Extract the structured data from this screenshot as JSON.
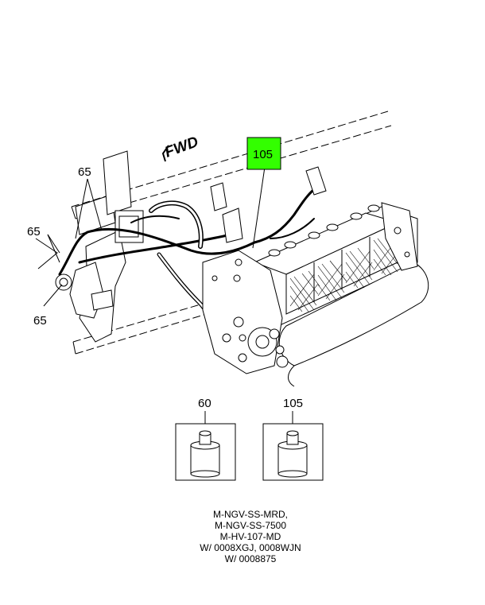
{
  "direction_label": "FWD",
  "callouts": {
    "c65_top": "65",
    "c65_left": "65",
    "c65_bottom": "65",
    "c105_main": "105"
  },
  "highlight_color": "#33ff00",
  "parts": [
    {
      "label": "60"
    },
    {
      "label": "105"
    }
  ],
  "notes": [
    "M-NGV-SS-MRD,",
    "M-NGV-SS-7500",
    "M-HV-107-MD",
    "W/ 0008XGJ, 0008WJN",
    "W/ 0008875"
  ]
}
